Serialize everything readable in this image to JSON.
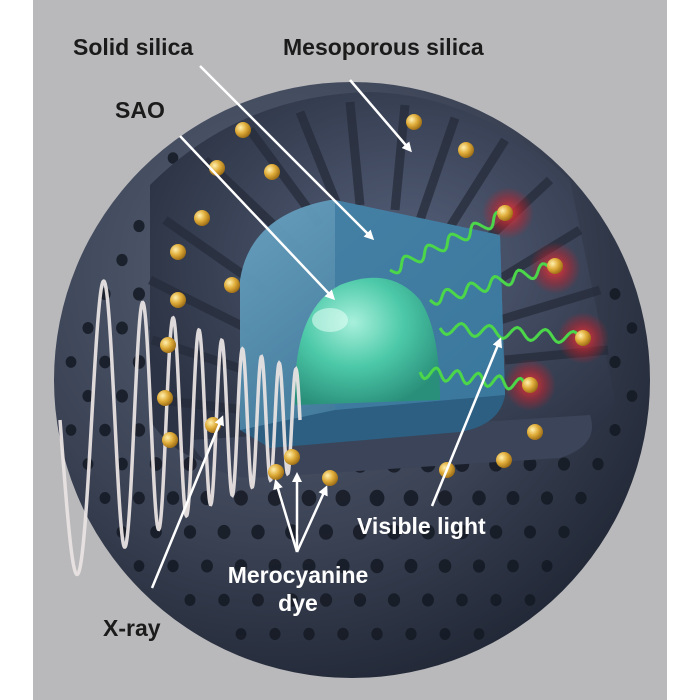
{
  "labels": {
    "solid_silica": "Solid silica",
    "mesoporous_silica": "Mesoporous silica",
    "sao": "SAO",
    "visible_light": "Visible light",
    "merocyanine_line1": "Merocyanine",
    "merocyanine_line2": "dye",
    "xray": "X-ray"
  },
  "colors": {
    "background": "#b9b9bb",
    "shell": "#3a4254",
    "solid_silica": "#4d86a8",
    "sao_core": "#3fbf9c",
    "dye": "#d9a531",
    "light": "#4cd64a",
    "glow": "#d8242c",
    "xray": "#e8e2e2",
    "arrow": "#ffffff"
  }
}
